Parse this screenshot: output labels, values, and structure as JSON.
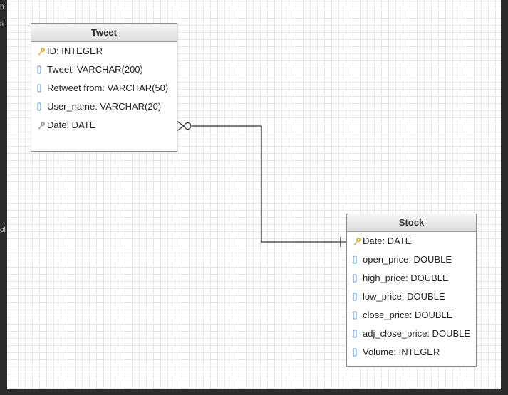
{
  "colors": {
    "header_gradient_top": "#f6f6f6",
    "header_gradient_bottom": "#dcdcdc",
    "primary_key_icon": "#e0b23c",
    "foreign_key_icon": "#9a9a9a",
    "column_icon": "#5b8fd6",
    "line": "#333333"
  },
  "tables": {
    "tweet": {
      "title": "Tweet",
      "columns": [
        {
          "label": "ID: INTEGER",
          "icon": "primary-key"
        },
        {
          "label": "Tweet: VARCHAR(200)",
          "icon": "column"
        },
        {
          "label": "Retweet from: VARCHAR(50)",
          "icon": "column"
        },
        {
          "label": "User_name: VARCHAR(20)",
          "icon": "column"
        },
        {
          "label": "Date: DATE",
          "icon": "foreign-key"
        }
      ]
    },
    "stock": {
      "title": "Stock",
      "columns": [
        {
          "label": "Date: DATE",
          "icon": "primary-key"
        },
        {
          "label": "open_price: DOUBLE",
          "icon": "column"
        },
        {
          "label": "high_price: DOUBLE",
          "icon": "column"
        },
        {
          "label": "low_price: DOUBLE",
          "icon": "column"
        },
        {
          "label": "close_price: DOUBLE",
          "icon": "column"
        },
        {
          "label": "adj_close_price: DOUBLE",
          "icon": "column"
        },
        {
          "label": "Volume: INTEGER",
          "icon": "column"
        }
      ]
    }
  },
  "relationship": {
    "from": "Tweet.Date",
    "to": "Stock.Date",
    "from_cardinality": "zero-or-many",
    "to_cardinality": "one"
  }
}
